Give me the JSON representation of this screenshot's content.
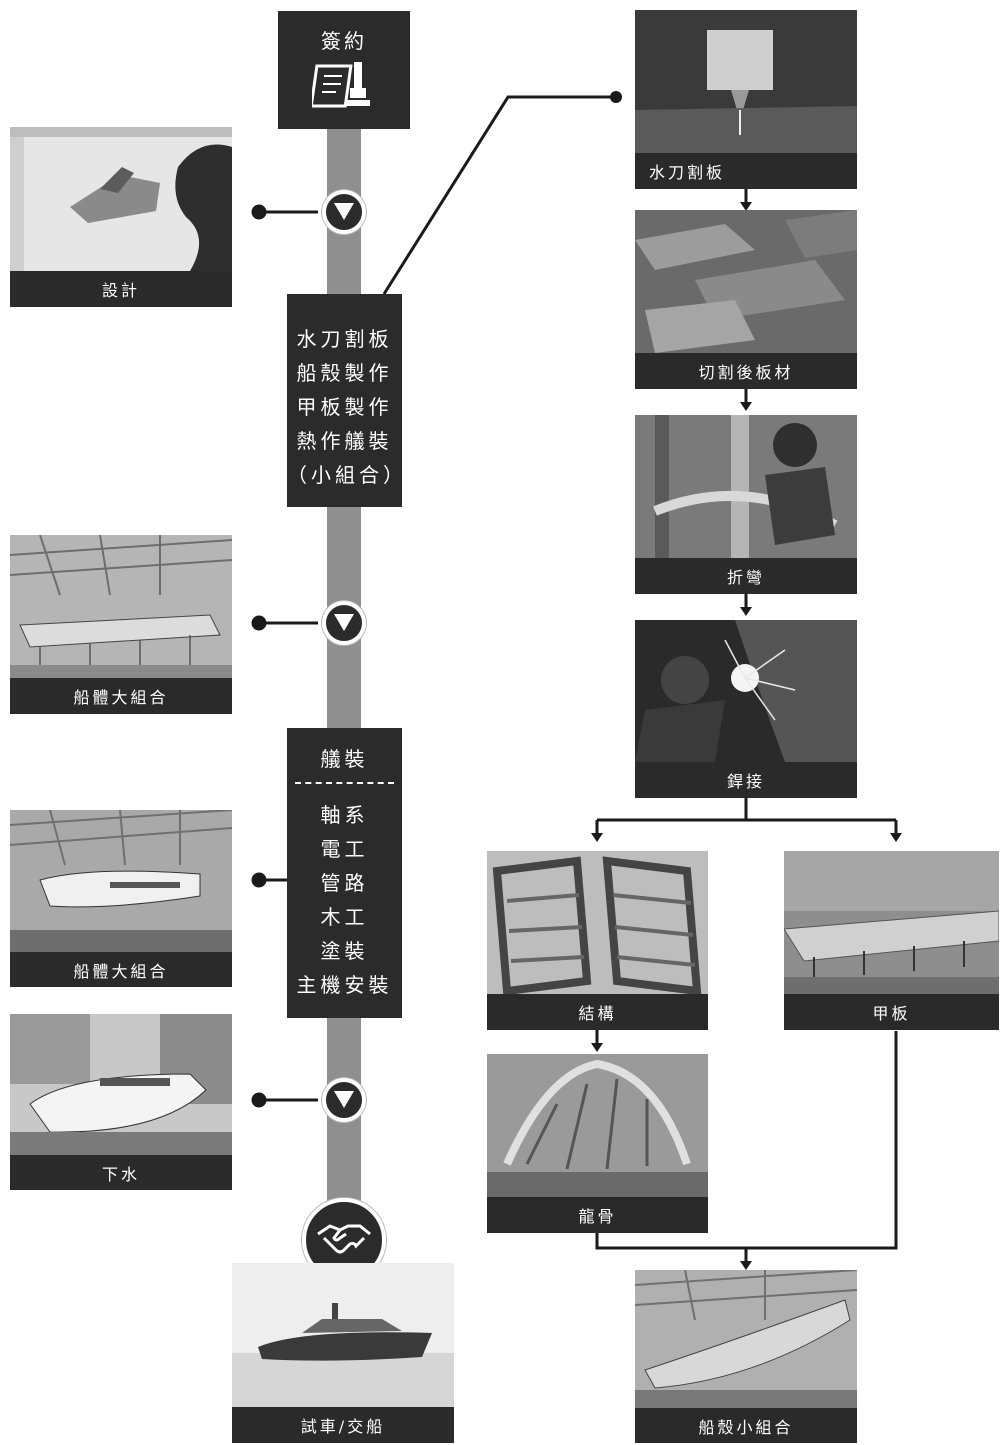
{
  "start": {
    "label": "簽約"
  },
  "left_steps": {
    "design": "設計",
    "hull_assembly_1": "船體大組合",
    "hull_assembly_2": "船體大組合",
    "launch": "下水",
    "delivery": "試車/交船"
  },
  "box_fabrication": {
    "lines": [
      "水刀割板",
      "船殼製作",
      "甲板製作",
      "熱作艤裝",
      "（小組合）"
    ]
  },
  "box_outfitting": {
    "title": "艤裝",
    "lines": [
      "軸系",
      "電工",
      "管路",
      "木工",
      "塗裝",
      "主機安裝"
    ]
  },
  "right_steps": {
    "waterjet": "水刀割板",
    "cut_plates": "切割後板材",
    "bending": "折彎",
    "welding": "銲接",
    "structure": "結構",
    "deck": "甲板",
    "keel": "龍骨",
    "shell_sub": "船殼小組合"
  },
  "colors": {
    "dark": "#2b2b2b",
    "spine": "#8f8f8f",
    "line": "#1a1a1a"
  }
}
